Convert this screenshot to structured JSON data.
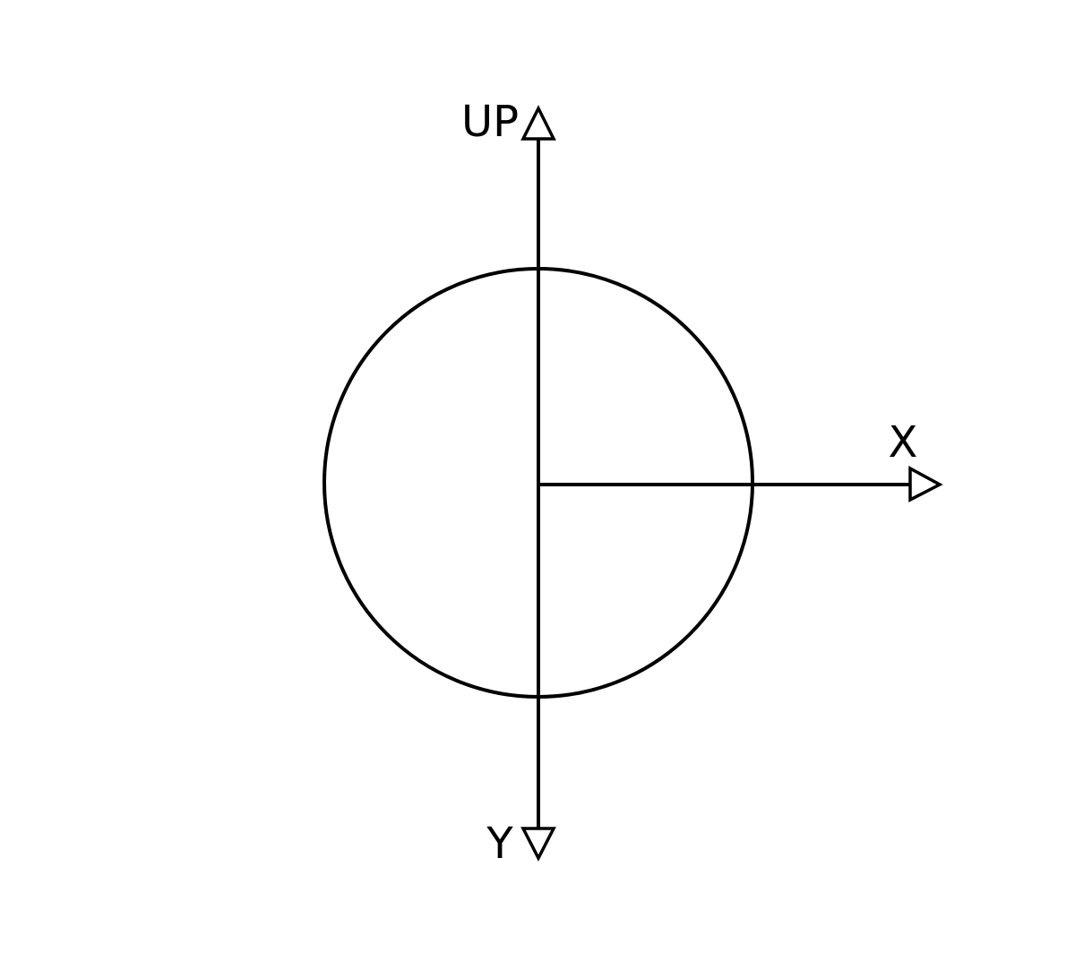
{
  "labels": {
    "up": "UP",
    "x": "X",
    "y": "Y"
  },
  "style": {
    "stroke_color": "#000000",
    "background": "#ffffff"
  }
}
